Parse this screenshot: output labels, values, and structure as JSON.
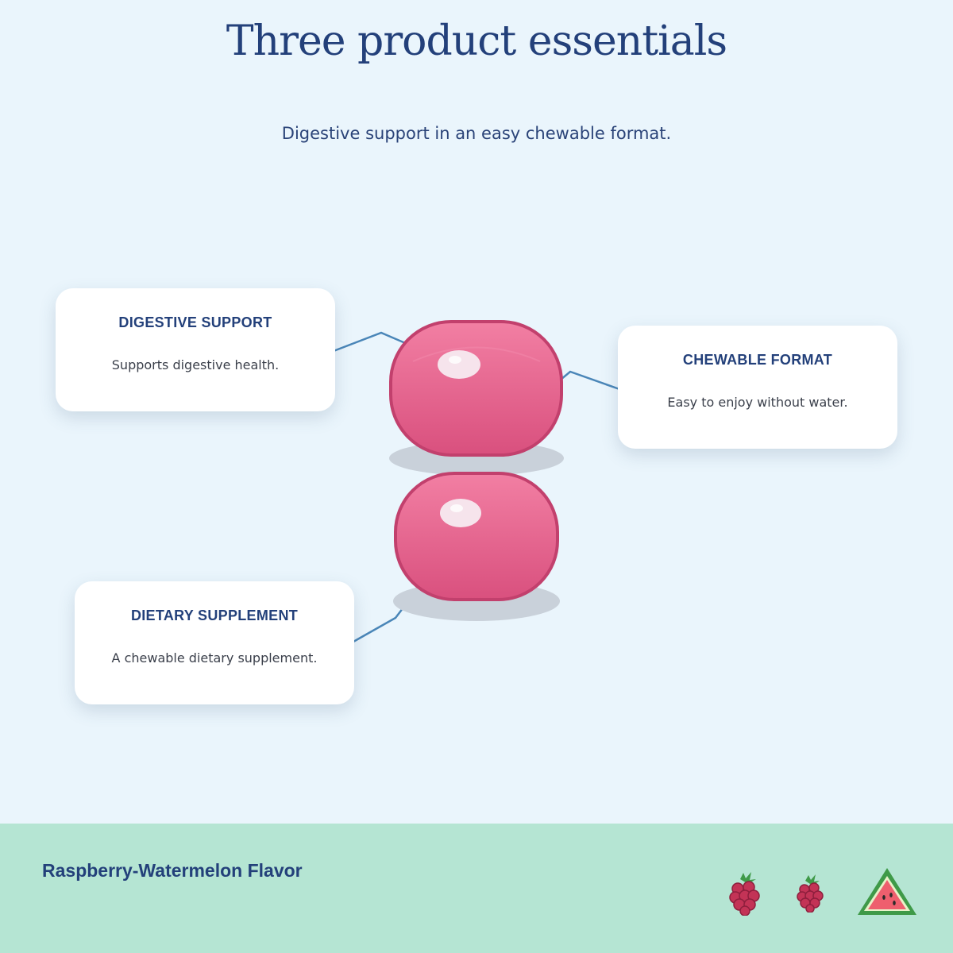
{
  "header": {
    "title": "Three product essentials",
    "subtitle": "Digestive support in an easy chewable format."
  },
  "cards": [
    {
      "title": "DIGESTIVE SUPPORT",
      "body": "Supports digestive health."
    },
    {
      "title": "CHEWABLE FORMAT",
      "body": "Easy to enjoy without water."
    },
    {
      "title": "DIETARY SUPPLEMENT",
      "body": "A chewable dietary supplement."
    }
  ],
  "footer": {
    "flavor": "Raspberry-Watermelon Flavor",
    "icons": [
      "raspberry-icon",
      "raspberry-icon",
      "watermelon-icon"
    ]
  },
  "colors": {
    "background": "#eaf5fc",
    "heading": "#23407a",
    "gummy": "#e9648f",
    "gummy_outline": "#c2406d",
    "connector": "#4a86b8",
    "footer": "#b5e5d3"
  }
}
